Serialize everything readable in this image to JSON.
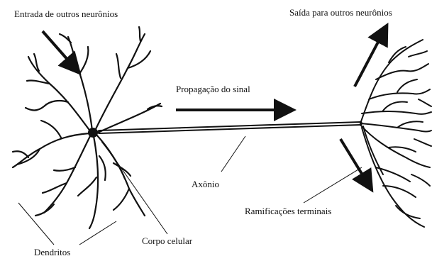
{
  "diagram": {
    "labels": {
      "input": "Entrada de outros neurônios",
      "output": "Saída para outros neurônios",
      "signal": "Propagação do sinal",
      "axon": "Axônio",
      "terminals": "Ramificações terminais",
      "soma": "Corpo celular",
      "dendrites": "Dendritos"
    },
    "colors": {
      "ink": "#111111",
      "background": "#ffffff"
    }
  }
}
